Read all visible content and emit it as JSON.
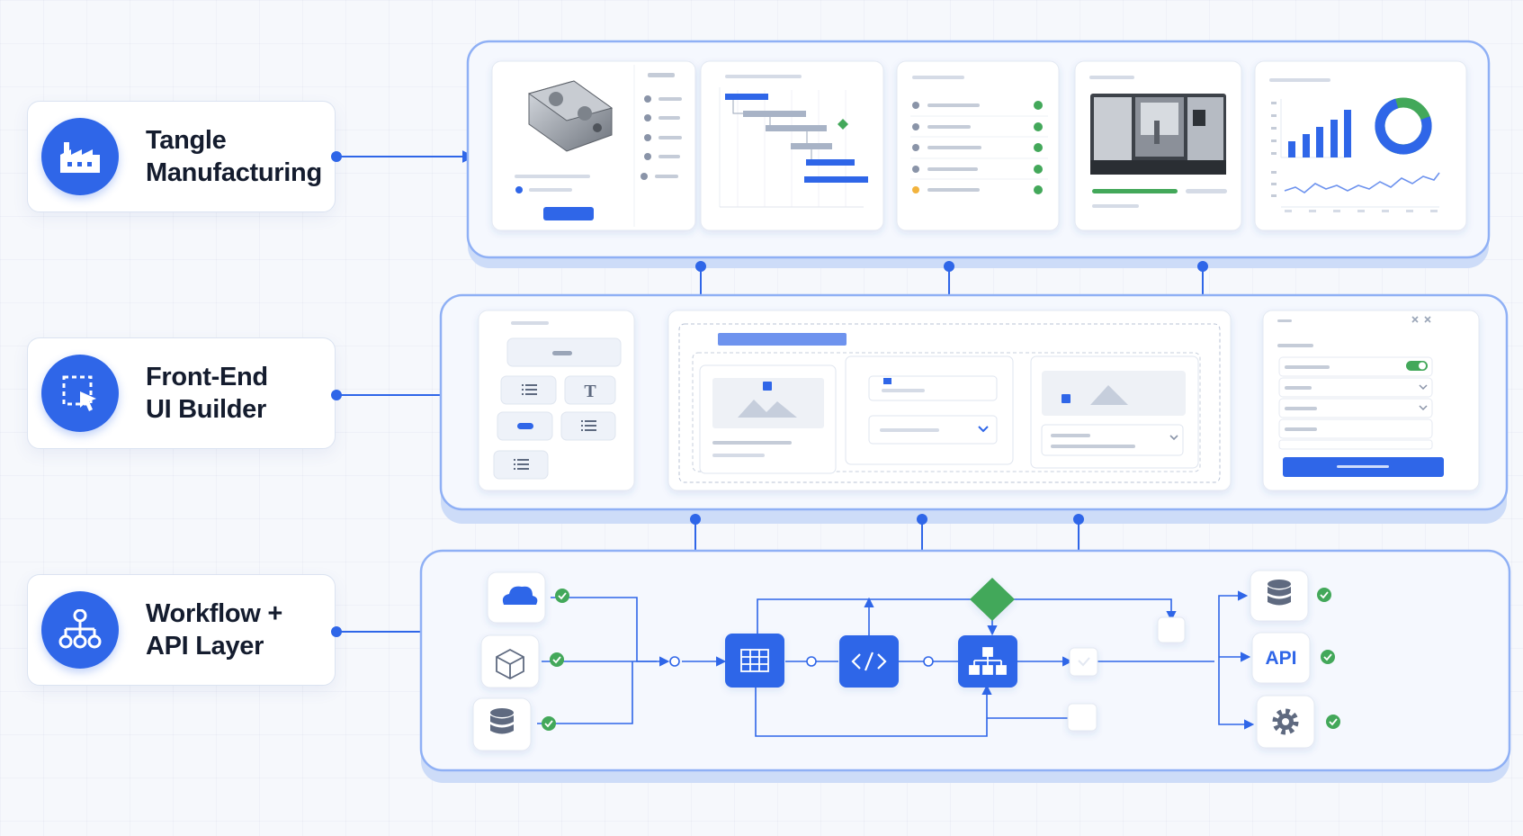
{
  "layers": [
    {
      "line1": "Tangle",
      "line2": "Manufacturing",
      "icon": "factory-icon"
    },
    {
      "line1": "Front-End",
      "line2": "UI Builder",
      "icon": "cursor-select-icon"
    },
    {
      "line1": "Workflow +",
      "line2": "API Layer",
      "icon": "hierarchy-icon"
    }
  ],
  "workflow": {
    "api_label": "API"
  },
  "builder": {
    "text_tool_glyph": "T"
  },
  "colors": {
    "accent": "#2f66e8",
    "success": "#43a85a",
    "warning": "#f2b33d",
    "panel_border": "#8fb0f5"
  }
}
